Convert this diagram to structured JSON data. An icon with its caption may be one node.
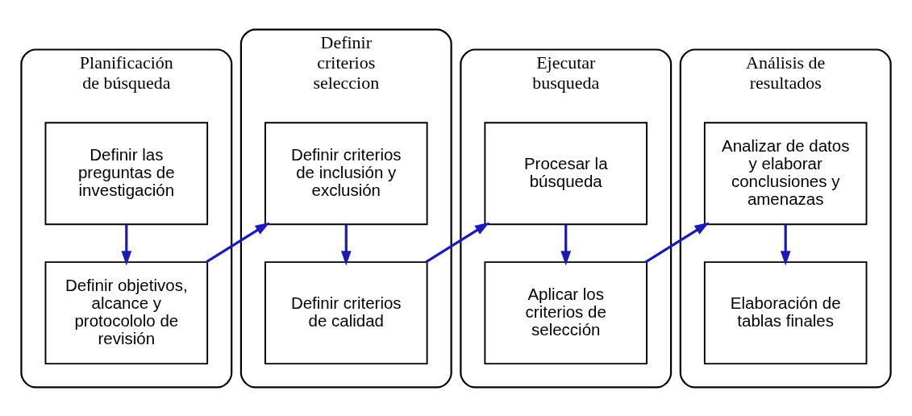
{
  "diagram": {
    "nodes": [
      {
        "text": [
          "Planificación de búsqueda"
        ]
      },
      {
        "text": [
          "Definir las preguntas de investigación"
        ],
        "in": 0
      },
      {
        "text": [
          "Definir objetivos, alcance y protocololo de revisión"
        ],
        "in": 0
      },
      {
        "text": [
          "Definir criterios seleccion"
        ]
      },
      {
        "text": [
          "Definir criterios de inclusión y exclusión"
        ],
        "in": 3
      },
      {
        "text": [
          "Definir criterios de calidad"
        ],
        "in": 3
      },
      {
        "text": [
          "Ejecutar busqueda"
        ]
      },
      {
        "text": [
          "Procesar la búsqueda"
        ],
        "in": 6
      },
      {
        "text": [
          "Aplicar los criterios de selección"
        ],
        "in": 6
      },
      {
        "text": [
          "Análisis de resultados"
        ]
      },
      {
        "text": [
          "Analizar de datos y elaborar conclusiones y amenazas"
        ],
        "in": 9
      },
      {
        "text": [
          "Elaboración de tablas finales"
        ],
        "in": 9
      }
    ],
    "edges": [
      {
        "from": 1,
        "to": 2,
        "arrow": "to"
      },
      {
        "from": 2,
        "to": 4,
        "arrow": "to"
      },
      {
        "from": 4,
        "to": 5,
        "arrow": "to"
      },
      {
        "from": 5,
        "to": 7,
        "arrow": "to"
      },
      {
        "from": 7,
        "to": 8,
        "arrow": "to"
      },
      {
        "from": 8,
        "to": 10,
        "arrow": "to"
      },
      {
        "from": 10,
        "to": 11,
        "arrow": "to"
      }
    ]
  }
}
